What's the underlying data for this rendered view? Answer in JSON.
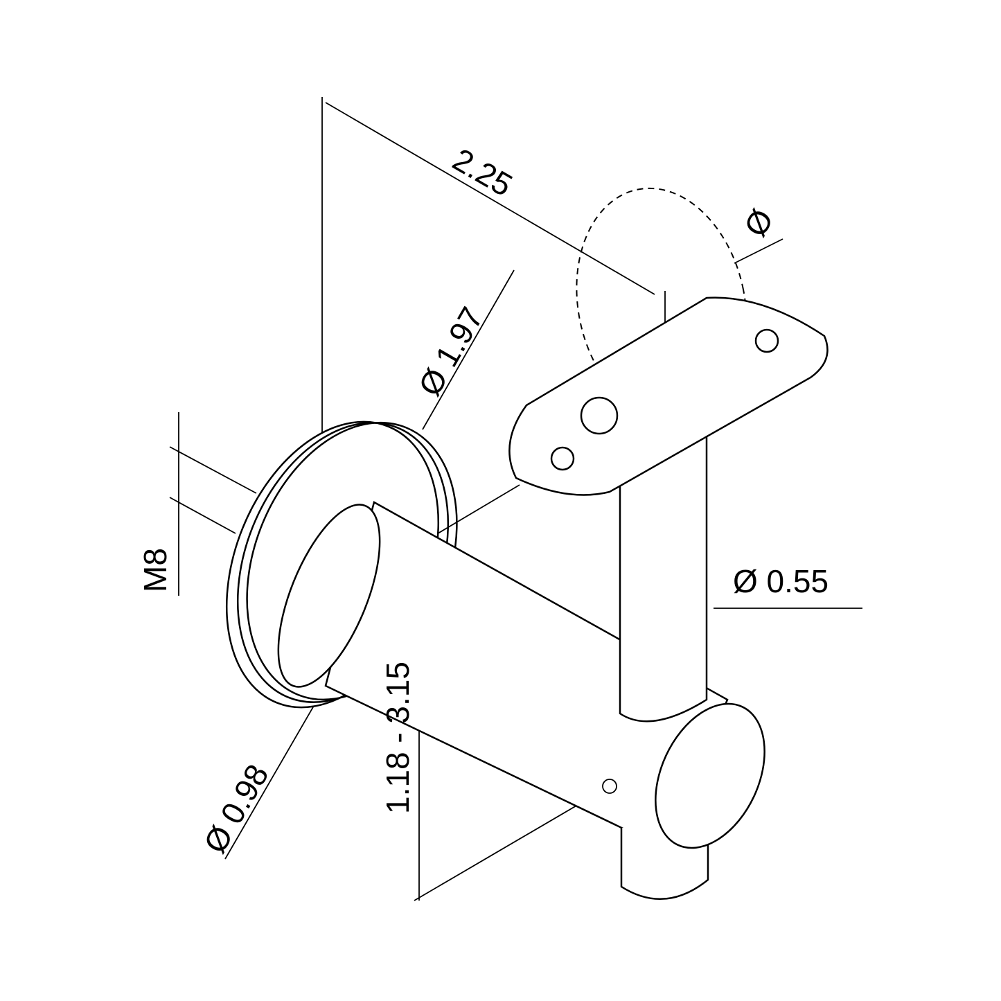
{
  "drawing": {
    "title": "Handrail bracket dimension drawing",
    "dimensions": {
      "projection": "2.25",
      "base_plate_diameter": "Ø 1.97",
      "handrail_diameter": "Ø",
      "post_diameter": "Ø 0.55",
      "thread": "M8",
      "height_range": "1.18 - 3.15",
      "arm_diameter": "Ø 0.98"
    }
  }
}
